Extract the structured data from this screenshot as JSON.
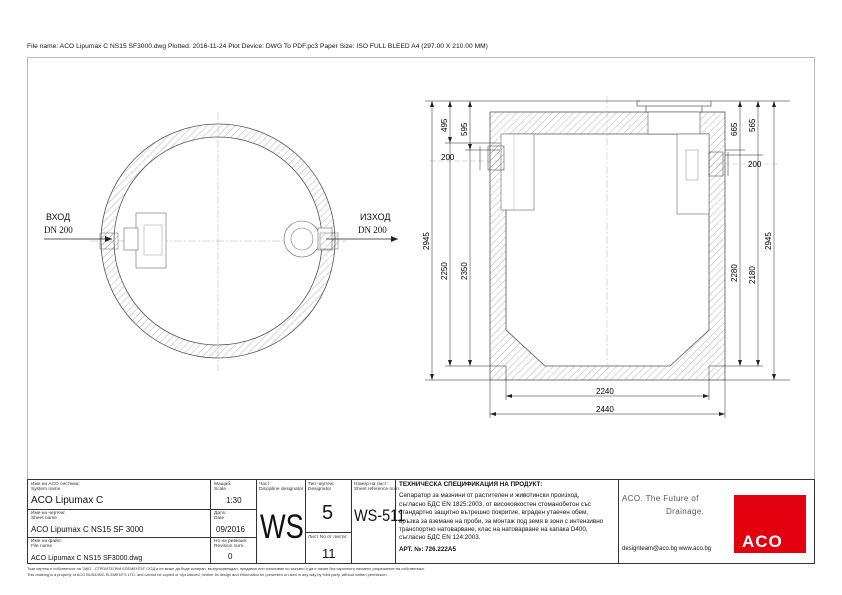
{
  "header": {
    "file_info": "File name: ACO Lipumax C NS15 SF3000.dwg    Plotted: 2016-11-24    Plot Device: DWG To PDF.pc3    Paper Size: ISO FULL BLEED A4 (297.00 X 210.00 MM)"
  },
  "drawing": {
    "plan": {
      "inlet_label": "ВХОД",
      "inlet_size": "DN 200",
      "outlet_label": "ИЗХОД",
      "outlet_size": "DN 200"
    },
    "section": {
      "dims": {
        "d495": "495",
        "d595": "595",
        "d200_left": "200",
        "d2945_left": "2945",
        "d2250": "2250",
        "d2350": "2350",
        "d665": "665",
        "d565": "565",
        "d200_right": "200",
        "d2280": "2280",
        "d2180": "2180",
        "d2945_right": "2945",
        "d2240": "2240",
        "d2440": "2440"
      }
    }
  },
  "title_block": {
    "system_name_label_bg": "Име на ACO система:",
    "system_name_label_en": "System name",
    "system_name": "ACO Lipumax C",
    "sheet_name_label_bg": "Име на чертеж:",
    "sheet_name_label_en": "Sheet name",
    "sheet_name": "ACO Lipumax C NS15 SF 3000",
    "file_name_label_bg": "Име на файл:",
    "file_name_label_en": "File name",
    "file_name": "ACO Lipumax C NS15 SF3000.dwg",
    "scale_label_bg": "Мащаб:",
    "scale_label_en": "Scale",
    "scale": "1:30",
    "date_label_bg": "Дата:",
    "date_label_en": "Date",
    "date": "09/2016",
    "revision_label_bg": "Но на ревизия:",
    "revision_label_en": "Revision num.",
    "revision": "0",
    "part_label_bg": "Част:",
    "part_label_en": "Discipline designator",
    "part": "WS",
    "type_label_bg": "Тип чертеж:",
    "type_label_en": "Designator",
    "type": "5",
    "sheet_no_label_bg": "Лист No от листи:",
    "sheet_no": "11",
    "sheet_ref_label_bg": "Номер на лист:",
    "sheet_ref_label_en": "Sheet reference num.",
    "sheet_ref": "WS-511",
    "spec_title": "ТЕХНИЧЕСКА СПЕЦИФИКАЦИЯ НА ПРОДУКТ:",
    "spec_lines": [
      "Сепаратор за мазнини от растителен и животински произход,",
      "съгласно БДС EN 1825:2003, от високоякостен стоманобетон със",
      "стандартно защитно вътрешно покритие, вграден утаечен обем,",
      "връзка за вземане на проби, за монтаж под земя в зони с интензивно",
      "транспортно натоварване, клас на натоварване на капака D400,",
      "съгласно БДС EN 124:2003."
    ],
    "article_no": "АРТ. №: 726.222A5",
    "tagline_1": "ACO. The Future of",
    "tagline_2": "Drainage.",
    "contact": "designteam@aco.bg   www.aco.bg",
    "logo_text": "ACO",
    "brand_color": "#e3000f"
  },
  "footer": {
    "line_bg": "Този чертеж е собственост на \"АКО - СТРОИТЕЛНИ ЕЛЕМЕНТИ\" ООД и не може да бъде копиран, възпроизвеждан, предаван или използван по какъвто и да е начин без изричното писмено разрешение на собственика.",
    "line_en": "This drawing is a property of ACO BUILDING ELEMENTS LTD. and cannot be copied or reproduced, neither its design and information be presented or used in any way by third party, without written permission."
  }
}
